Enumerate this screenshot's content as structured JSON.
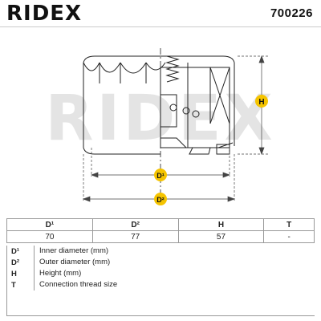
{
  "header": {
    "brand": "RIDEX",
    "part_number": "700226"
  },
  "drawing": {
    "watermark": "RIDEX",
    "dim_H": "H",
    "dim_D1": "D¹",
    "dim_D2": "D²",
    "accent_color": "#f5c400"
  },
  "table": {
    "headers": [
      "D¹",
      "D²",
      "H",
      "T"
    ],
    "values": [
      "70",
      "77",
      "57",
      "-"
    ]
  },
  "legend": [
    {
      "key": "D¹",
      "desc": "Inner diameter (mm)"
    },
    {
      "key": "D²",
      "desc": "Outer diameter (mm)"
    },
    {
      "key": "H",
      "desc": "Height (mm)"
    },
    {
      "key": "T",
      "desc": "Connection thread size"
    }
  ]
}
